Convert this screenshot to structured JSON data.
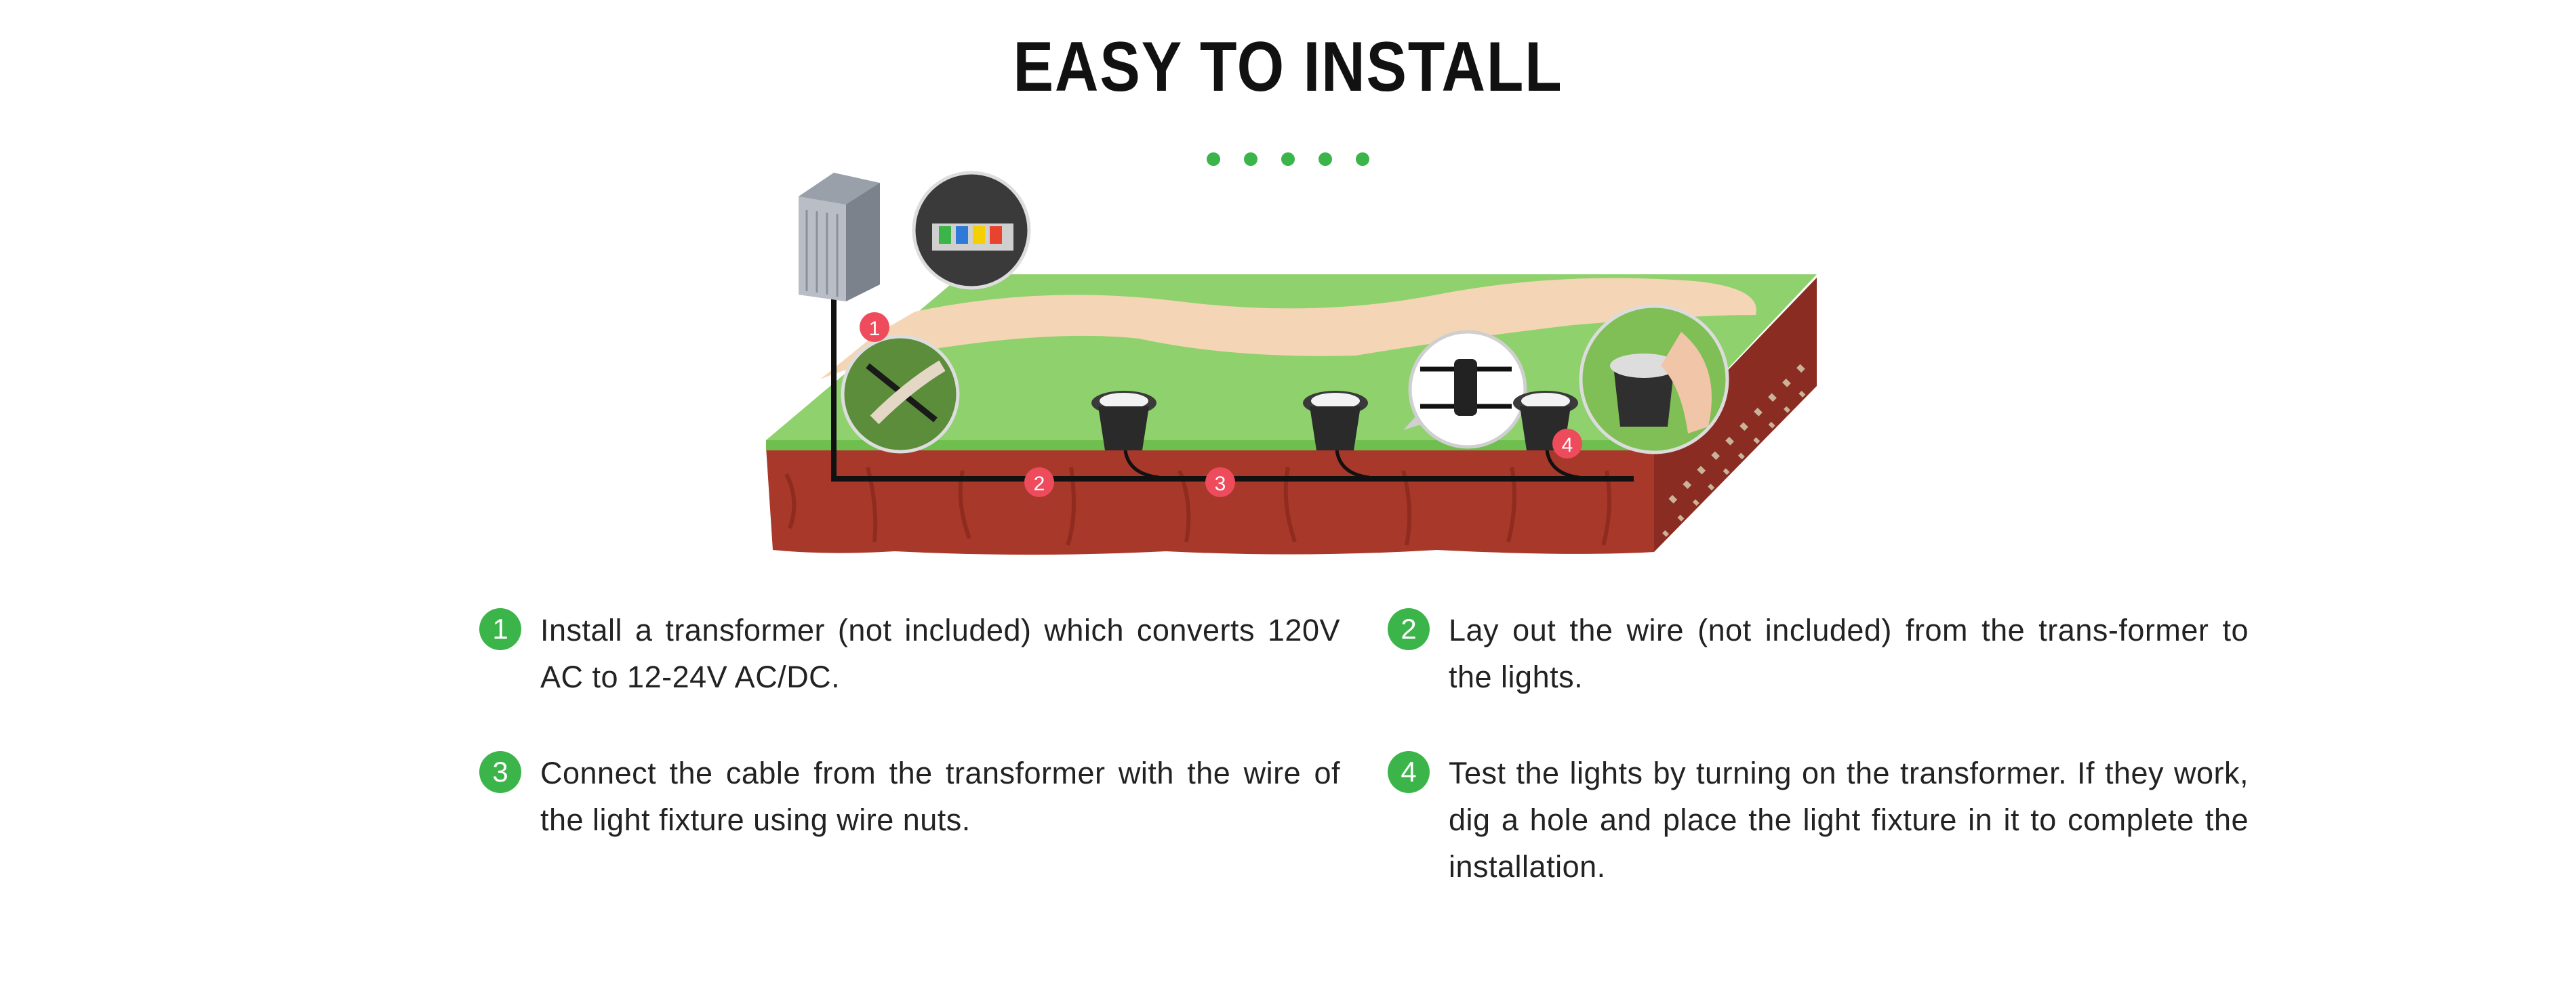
{
  "header": {
    "title": "EASY TO INSTALL"
  },
  "illustration": {
    "markers": [
      "1",
      "2",
      "3",
      "4"
    ],
    "colors": {
      "grass": "#8fd16d",
      "path": "#f4d5b5",
      "soil": "#a8382a",
      "marker": "#ee4c5c",
      "accent": "#3bb54a"
    }
  },
  "steps": [
    {
      "number": "1",
      "text": "Install a transformer (not included) which converts 120V AC to 12-24V AC/DC."
    },
    {
      "number": "2",
      "text": "Lay out the wire (not included) from the trans-former to the lights."
    },
    {
      "number": "3",
      "text": "Connect the cable from the transformer with the wire of the light fixture using wire nuts."
    },
    {
      "number": "4",
      "text": "Test the lights by turning on the transformer. If they work, dig a hole and place the light fixture in it to complete the installation."
    }
  ]
}
